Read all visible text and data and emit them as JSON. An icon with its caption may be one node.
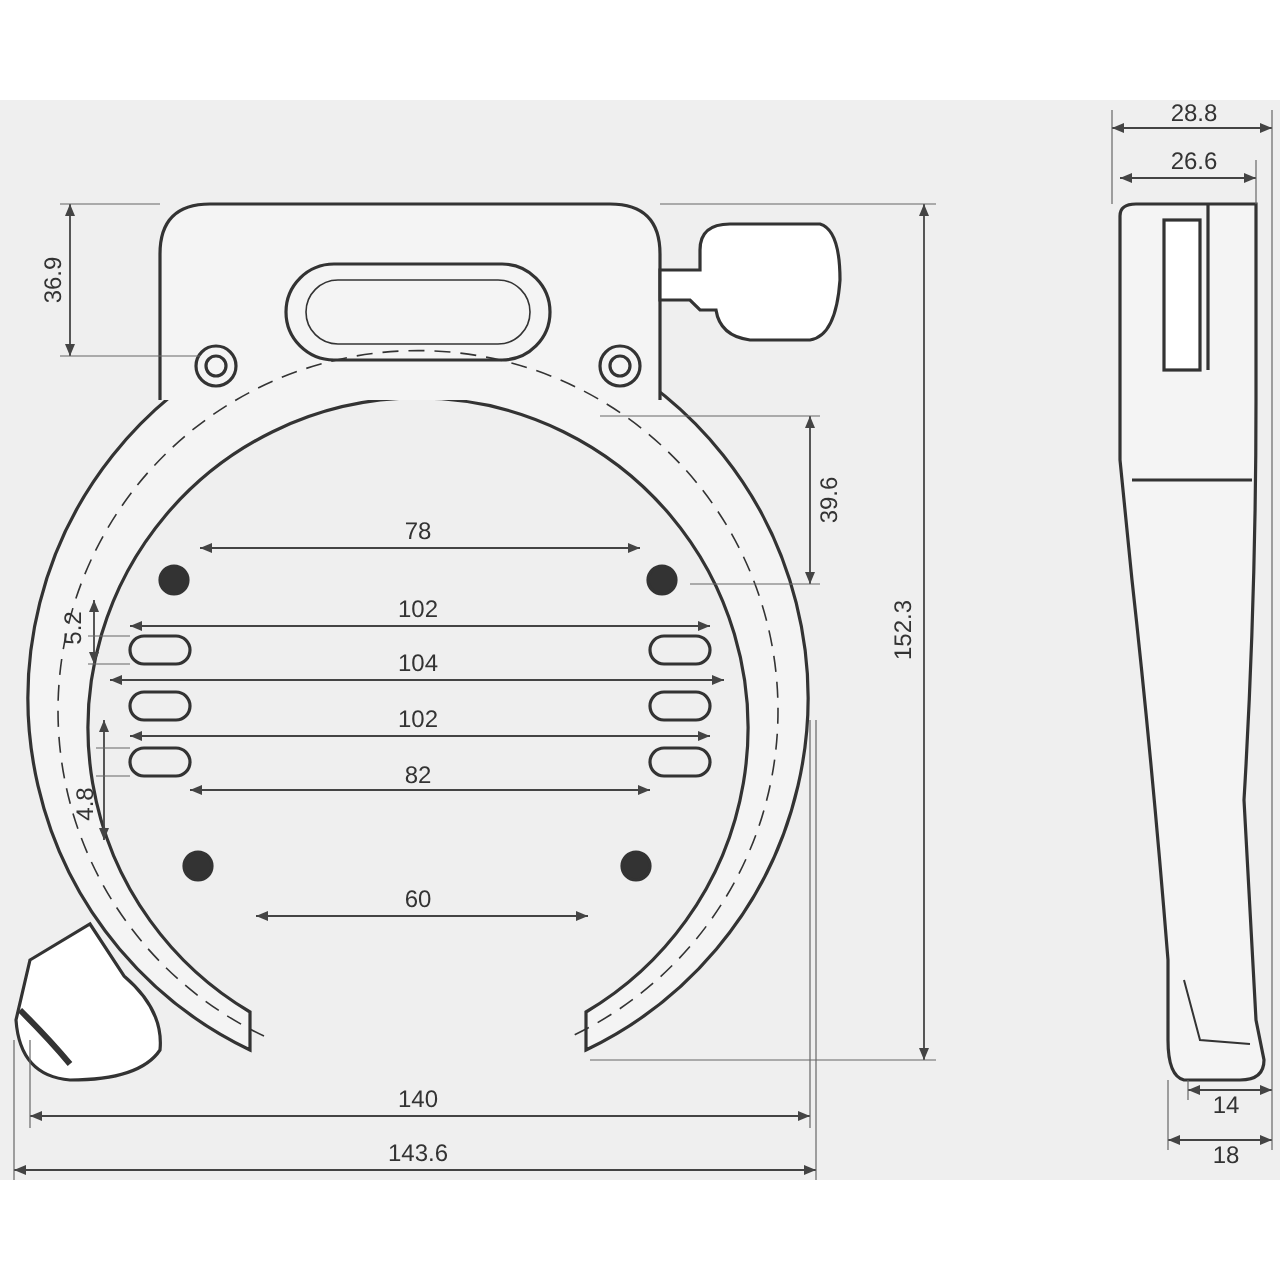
{
  "diagram": {
    "labels": [
      "28.8",
      "26.6",
      "36.9",
      "152.3",
      "39.6",
      "78",
      "5.2",
      "102",
      "104",
      "102",
      "4.8",
      "82",
      "60",
      "140",
      "143.6",
      "14",
      "18"
    ]
  }
}
